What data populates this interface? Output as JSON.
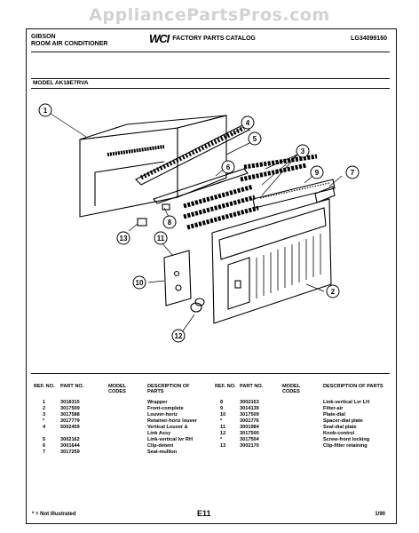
{
  "watermark": "AppliancePartsPros.com",
  "header": {
    "brand": "GIBSON",
    "product": "ROOM AIR CONDITIONER",
    "logo_text": "WCI",
    "catalog_title": "FACTORY PARTS CATALOG",
    "doc_number": "LG34099160"
  },
  "model_label": "MODEL AK18E7RVA",
  "callouts": [
    "1",
    "2",
    "3",
    "4",
    "5",
    "6",
    "7",
    "8",
    "9",
    "10",
    "11",
    "12",
    "13"
  ],
  "table": {
    "headers": {
      "ref_left": "REF. NO.",
      "part_left": "PART NO.",
      "model_left": "MODEL CODES",
      "desc_left": "DESCRIPTION OF PARTS",
      "ref_right": "REF. NO.",
      "part_right": "PART NO.",
      "model_right": "MODEL CODES",
      "desc_right": "DESCRIPTION OF PARTS"
    },
    "left_rows": [
      {
        "ref": "1",
        "part": "3018315",
        "desc": "Wrapper"
      },
      {
        "ref": "2",
        "part": "3017509",
        "desc": "Front-complete"
      },
      {
        "ref": "3",
        "part": "3017588",
        "desc": "Louver-horiz"
      },
      {
        "ref": "*",
        "part": "3017779",
        "desc": "Retainer-horiz louver"
      },
      {
        "ref": "4",
        "part": "5002459",
        "desc": "Vertical Louver &"
      },
      {
        "ref": "",
        "part": "",
        "desc": "Link Assy"
      },
      {
        "ref": "5",
        "part": "3002162",
        "desc": "Link-vertical lvr RH"
      },
      {
        "ref": "6",
        "part": "3001644",
        "desc": "Clip-detent"
      },
      {
        "ref": "7",
        "part": "3017259",
        "desc": "Seal-mullion"
      }
    ],
    "right_rows": [
      {
        "ref": "8",
        "part": "3002163",
        "desc": "Link-vertical Lvr LH"
      },
      {
        "ref": "9",
        "part": "3014139",
        "desc": "Filter-air"
      },
      {
        "ref": "10",
        "part": "3017509",
        "desc": "Plate-dial"
      },
      {
        "ref": "*",
        "part": "3001776",
        "desc": "Spacer-dial plate"
      },
      {
        "ref": "11",
        "part": "3001984",
        "desc": "Seal-dial plate"
      },
      {
        "ref": "12",
        "part": "3017500",
        "desc": "Knob-control"
      },
      {
        "ref": "*",
        "part": "3017504",
        "desc": "Screw-front locking"
      },
      {
        "ref": "13",
        "part": "3002170",
        "desc": "Clip-filter retaining"
      }
    ]
  },
  "footer": {
    "note": "* = Not Illustrated",
    "page": "E11",
    "date": "1/90"
  }
}
